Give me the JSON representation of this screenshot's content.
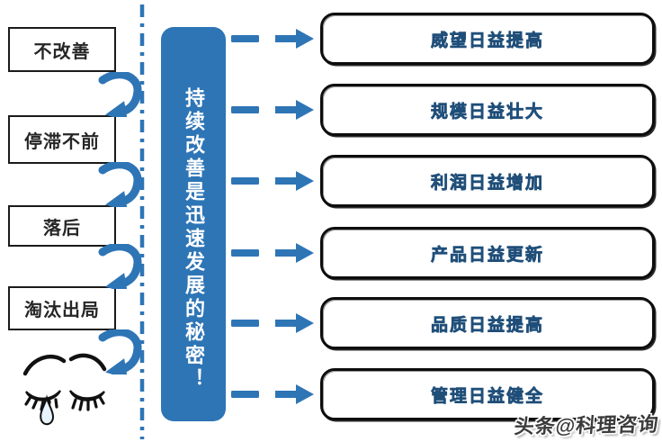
{
  "diagram": {
    "left_sequence": {
      "steps": [
        "不改善",
        "停滞不前",
        "落后",
        "淘汰出局"
      ],
      "result_icon": "crying-eyes-icon"
    },
    "center_message": "持续改善是迅速发展的秘密！",
    "benefits": [
      "威望日益提高",
      "规模日益壮大",
      "利润日益增加",
      "产品日益更新",
      "品质日益提高",
      "管理日益健全"
    ],
    "watermark": "头条@科理咨询",
    "colors": {
      "accent_blue": "#2E75B6",
      "benefit_text_blue": "#2E75B6",
      "benefit_text_outline": "#1F4E79",
      "box_border_black": "#0d0d0d",
      "left_text_black": "#262626",
      "pillar_text_white": "#ffffff",
      "watermark_gray": "#3B3B3B",
      "tear_light_blue": "#c9e7f5"
    }
  }
}
